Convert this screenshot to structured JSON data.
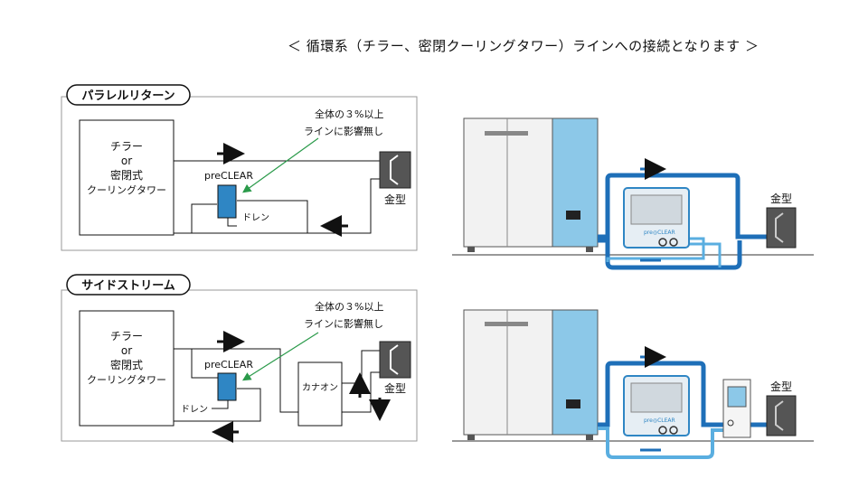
{
  "heading": "＜ 循環系（チラー、密閉クーリングタワー）ラインへの接続となります ＞",
  "parallel": {
    "tab_label": "パラレルリターン",
    "source_line1": "チラー",
    "source_line2": "or",
    "source_line3": "密閉式",
    "source_line4": "クーリングタワー",
    "note_line1": "全体の３%以上",
    "note_line2": "ラインに影響無し",
    "device": "preCLEAR",
    "drain": "ドレン",
    "mold": "金型"
  },
  "sidestream": {
    "tab_label": "サイドストリーム",
    "source_line1": "チラー",
    "source_line2": "or",
    "source_line3": "密閉式",
    "source_line4": "クーリングタワー",
    "note_line1": "全体の３%以上",
    "note_line2": "ラインに影響無し",
    "device": "preCLEAR",
    "drain": "ドレン",
    "filter": "カナオン",
    "mold": "金型"
  },
  "illustration": {
    "mold_top": "金型",
    "mold_bottom": "金型",
    "device_brand": "pre◎CLEAR"
  },
  "colors": {
    "blue_dark": "#1e6fb8",
    "blue_light": "#5aaee0",
    "tank_blue": "#8cc8e8",
    "device_blue": "#2f86c4",
    "green_arrow": "#2a9a4a",
    "mold_gray": "#555555"
  }
}
